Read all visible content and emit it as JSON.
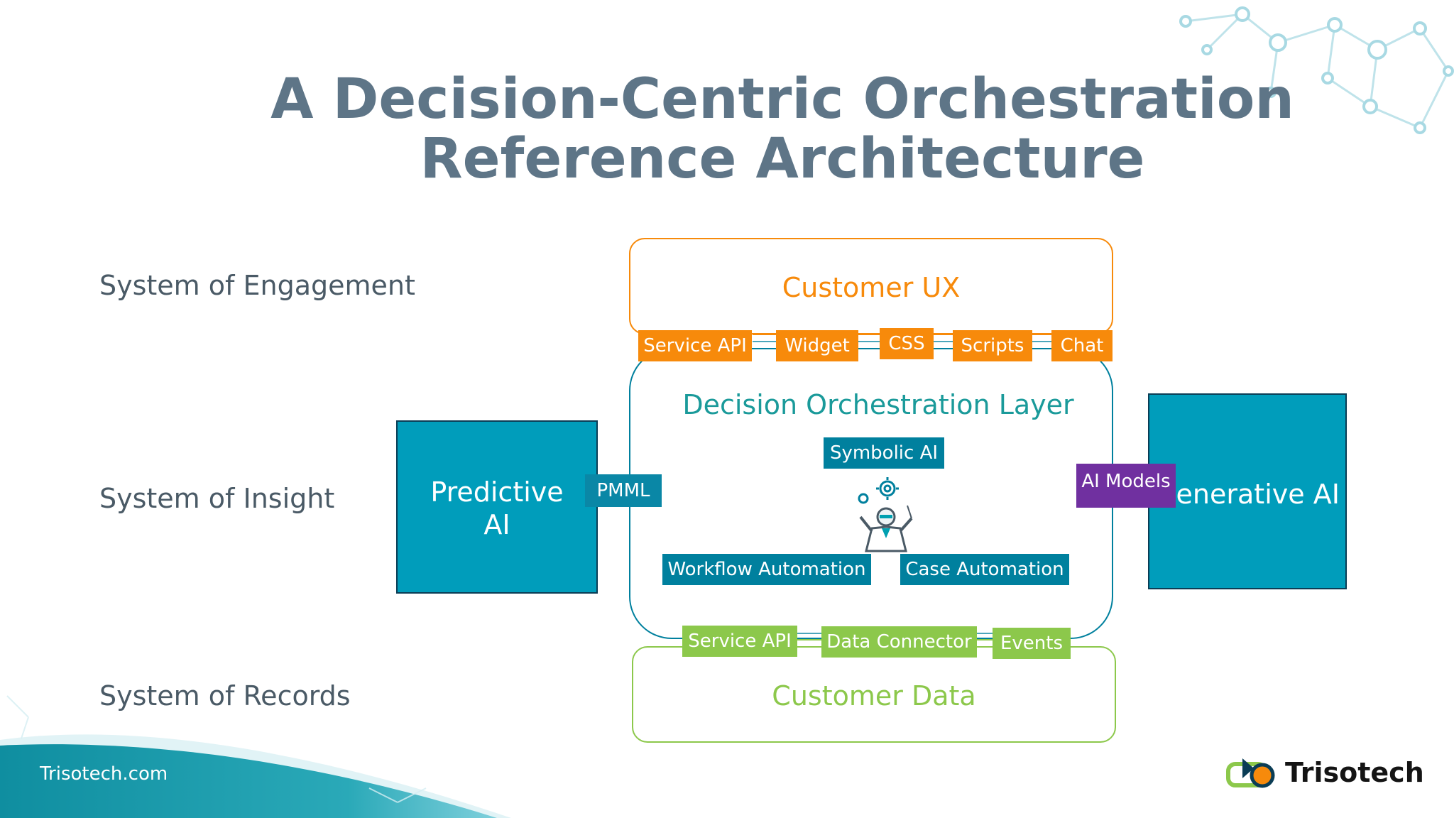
{
  "title": {
    "line1": "A Decision-Centric Orchestration",
    "line2": "Reference Architecture"
  },
  "rows": {
    "engagement": "System of Engagement",
    "insight": "System of Insight",
    "records": "System of Records"
  },
  "customer_ux": {
    "label": "Customer UX",
    "connectors": [
      "Service API",
      "Widget",
      "CSS",
      "Scripts",
      "Chat"
    ]
  },
  "orchestration": {
    "label": "Decision Orchestration Layer",
    "symbolic": "Symbolic AI",
    "workflow": "Workflow Automation",
    "case": "Case Automation"
  },
  "predictive": {
    "line1": "Predictive",
    "line2": "AI",
    "connector": "PMML"
  },
  "generative": {
    "label": "Generative AI",
    "connector": "AI Models"
  },
  "customer_data": {
    "label": "Customer Data",
    "connectors": [
      "Service API",
      "Data Connector",
      "Events"
    ]
  },
  "footer": {
    "site": "Trisotech.com",
    "brand": "Trisotech"
  },
  "colors": {
    "title": "#5e7587",
    "orange": "#f78a0b",
    "teal": "#00809e",
    "deep_teal": "#009dbb",
    "green": "#8cc84b",
    "purple": "#7030a0",
    "teal_text": "#1a9a9a"
  },
  "icons": [
    "conductor-icon",
    "gear-icon",
    "molecule-network-icon",
    "trisotech-logo-icon"
  ]
}
